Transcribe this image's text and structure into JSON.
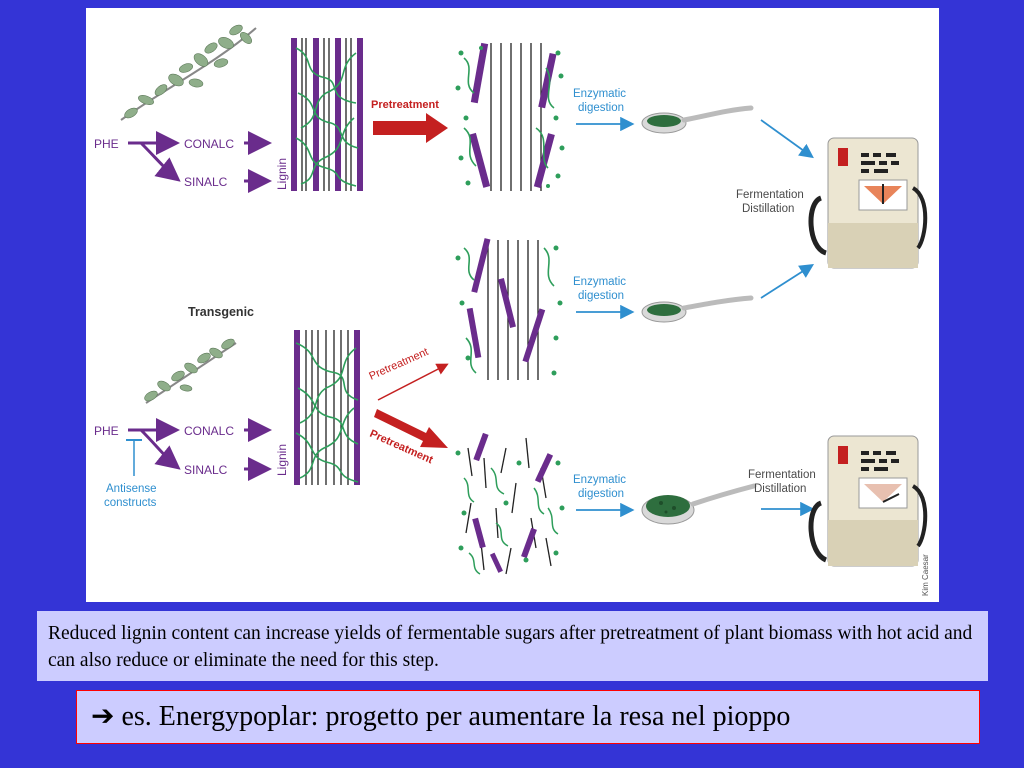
{
  "figure": {
    "top": {
      "pathway": {
        "phe": "PHE",
        "conalc": "CONALC",
        "sinalc": "SINALC"
      },
      "lignin_label": "Lignin",
      "pretreatment": "Pretreatment",
      "enzymatic": [
        "Enzymatic",
        "digestion"
      ],
      "fermentation": [
        "Fermentation",
        "Distillation"
      ]
    },
    "transgenic": {
      "title": "Transgenic",
      "pathway": {
        "phe": "PHE",
        "conalc": "CONALC",
        "sinalc": "SINALC",
        "antisense": [
          "Antisense",
          "constructs"
        ]
      },
      "lignin_label": "Lignin",
      "pretreatment_upper": "Pretreatment",
      "pretreatment_lower": "Pretreatment",
      "enzymatic_upper": [
        "Enzymatic",
        "digestion"
      ],
      "enzymatic_lower": [
        "Enzymatic",
        "digestion"
      ],
      "fermentation": [
        "Fermentation",
        "Distillation"
      ]
    },
    "credit": "Kim Caesar"
  },
  "caption": "Reduced lignin content can increase yields of fermentable sugars after pretreatment of plant biomass with hot acid and can also reduce or eliminate the need for this step.",
  "note": {
    "arrow": "➔",
    "text": " es. Energypoplar: progetto per aumentare la resa nel pioppo"
  },
  "colors": {
    "background": "#3434d6",
    "box": "#ccccff",
    "purple": "#6a2c8c",
    "green": "#2e9e5b",
    "red": "#c42020",
    "blue": "#2f8fcf"
  }
}
